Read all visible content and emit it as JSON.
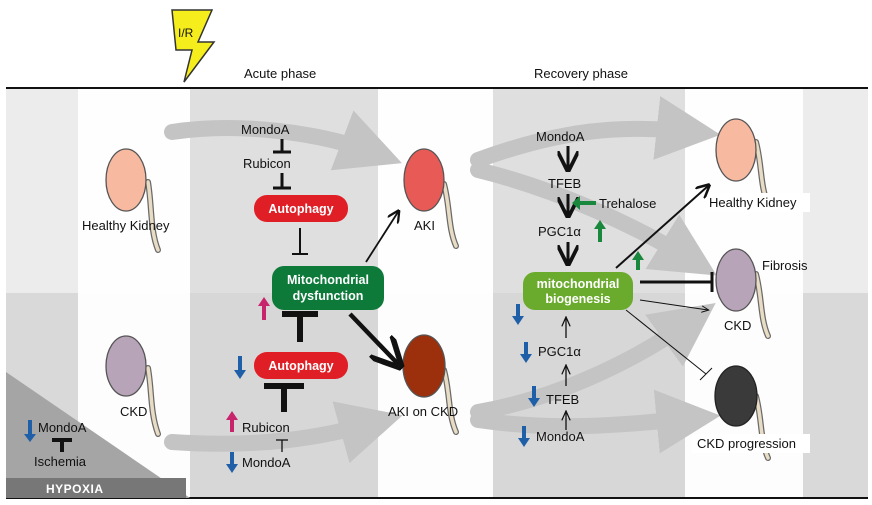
{
  "trigger": {
    "label": "I/R"
  },
  "phases": {
    "acute": "Acute phase",
    "recovery": "Recovery phase"
  },
  "left": {
    "healthy_kidney": "Healthy Kidney",
    "ckd": "CKD",
    "mondoa": "MondoA",
    "ischemia": "Ischemia",
    "hypoxia": "HYPOXIA"
  },
  "acute": {
    "mondoa_top": "MondoA",
    "rubicon_top": "Rubicon",
    "autophagy_top": "Autophagy",
    "mito_dysfunction_line1": "Mitochondrial",
    "mito_dysfunction_line2": "dysfunction",
    "autophagy_bottom": "Autophagy",
    "rubicon_bottom": "Rubicon",
    "mondoa_bottom": "MondoA",
    "aki": "AKI",
    "aki_on_ckd": "AKI on CKD"
  },
  "recovery": {
    "mondoa_top": "MondoA",
    "tfeb_top": "TFEB",
    "trehalose": "Trehalose",
    "pgc1a_top": "PGC1α",
    "mito_biogenesis_line1": "mitochondrial",
    "mito_biogenesis_line2": "biogenesis",
    "pgc1a_bottom": "PGC1α",
    "tfeb_bottom": "TFEB",
    "mondoa_bottom": "MondoA"
  },
  "outcomes": {
    "healthy_kidney": "Healthy Kidney",
    "fibrosis": "Fibrosis",
    "ckd": "CKD",
    "ckd_progression": "CKD progression"
  },
  "colors": {
    "red_pill": "#e01e25",
    "dark_green_pill": "#0d7a3a",
    "light_green_pill": "#6aaa2c",
    "up_arrow": "#c8246c",
    "down_arrow": "#1f5fa8",
    "green_arrow": "#19873c",
    "healthy_kidney": "#f7b9a0",
    "ckd_kidney": "#b8a4b8",
    "aki_kidney": "#e85a55",
    "aki_on_ckd_kidney": "#9c2f0c",
    "ckd_progression_kidney": "#3a3a3a"
  }
}
